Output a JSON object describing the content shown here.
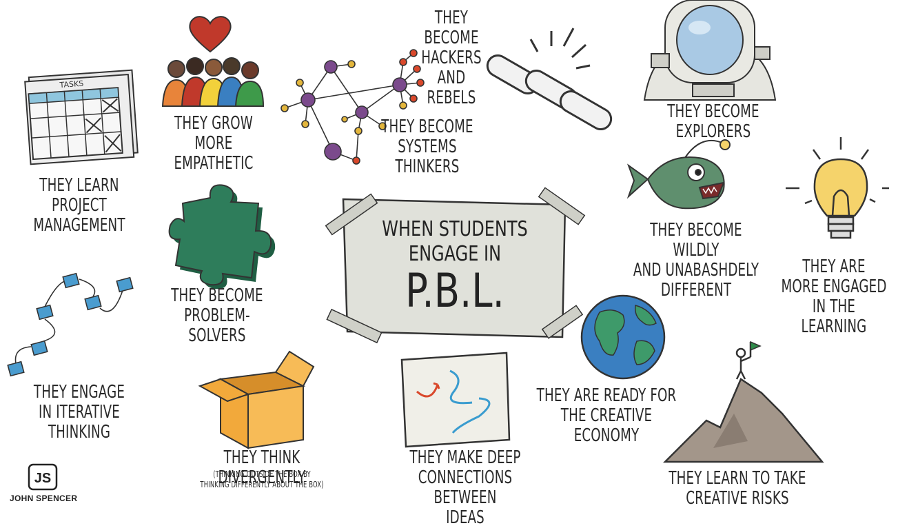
{
  "center": {
    "line1": "WHEN STUDENTS",
    "line2": "ENGAGE IN",
    "line3": "P.B.L."
  },
  "captions": {
    "project_management": "THEY LEARN\nPROJECT MANAGEMENT",
    "empathetic": "THEY GROW MORE\nEMPATHETIC",
    "hackers": "THEY BECOME\nHACKERS AND\nREBELS",
    "systems": "THEY BECOME\nSYSTEMS THINKERS",
    "explorers": "THEY BECOME EXPLORERS",
    "different": "THEY BECOME WILDLY\nAND UNABASHDELY\nDIFFERENT",
    "engaged": "THEY ARE\nMORE ENGAGED\nIN THE LEARNING",
    "problem_solvers": "THEY BECOME\nPROBLEM-SOLVERS",
    "iterative": "THEY ENGAGE\nIN ITERATIVE\nTHINKING",
    "divergent": "THEY THINK DIVERGENTLY",
    "divergent_note": "(THINKING OUTSIDE THE BOX BY\nTHINKING DIFFERENTLY ABOUT THE BOX)",
    "connections": "THEY MAKE DEEP\nCONNECTIONS BETWEEN\nIDEAS",
    "creative_economy": "THEY ARE READY FOR\nTHE CREATIVE ECONOMY",
    "creative_risks": "THEY LEARN TO TAKE\nCREATIVE RISKS"
  },
  "tasks_label": "TASKS",
  "logo": {
    "mark": "JS",
    "name": "JOHN SPENCER"
  },
  "colors": {
    "heart": "#c0392b",
    "puzzle": "#2e7d5b",
    "box": "#f2a93b",
    "node": "#7b4a8c",
    "node_small": "#e3b63c",
    "node_red": "#d9482b",
    "fish": "#5f8f6e",
    "bulb": "#f5d36b",
    "earth_ocean": "#3a7fc1",
    "earth_land": "#3e9a6a",
    "mountain": "#a3968a",
    "iterative_squares": "#4a9ccf"
  }
}
